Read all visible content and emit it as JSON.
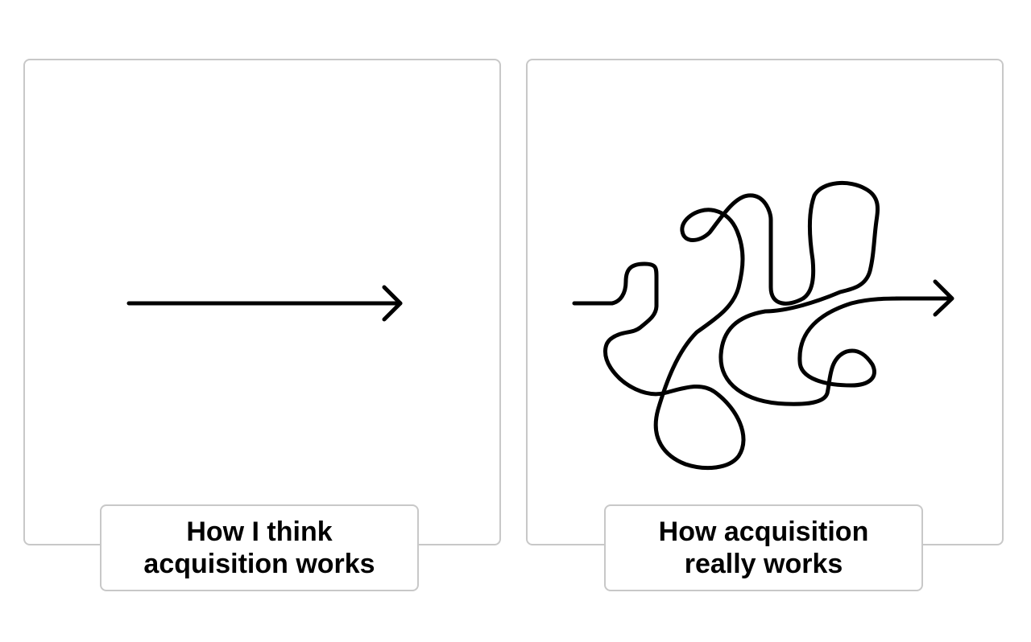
{
  "panels": [
    {
      "caption_lines": [
        "How I think",
        "acquisition works"
      ],
      "drawing_icon": "straight-arrow-icon"
    },
    {
      "caption_lines": [
        "How acquisition",
        "really works"
      ],
      "drawing_icon": "squiggly-arrow-icon"
    }
  ],
  "colors": {
    "stroke": "#000000",
    "border": "#c8c8c8",
    "background": "#ffffff"
  }
}
